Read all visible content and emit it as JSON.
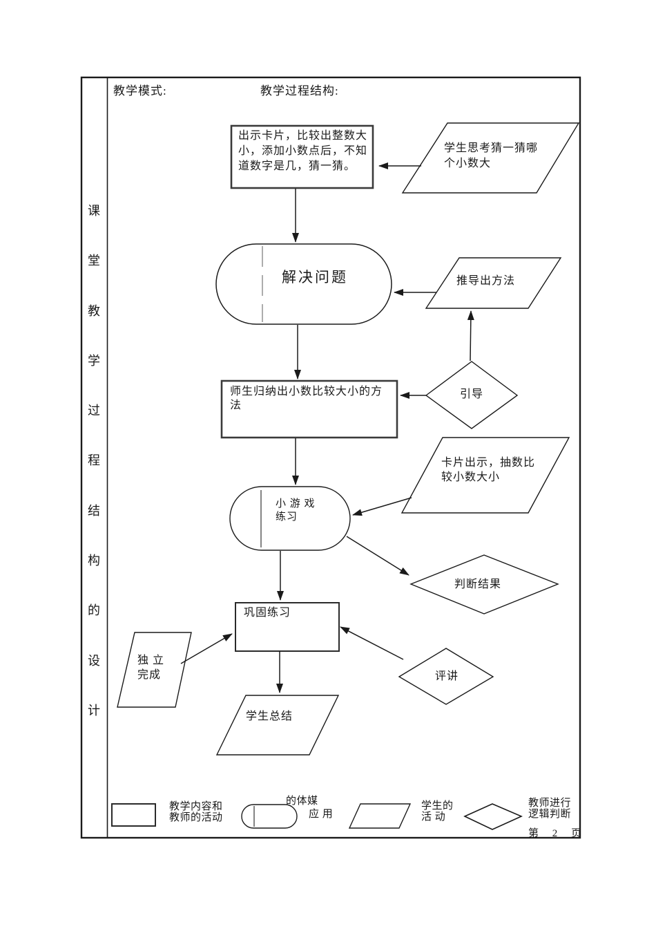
{
  "page": {
    "background": "#ffffff",
    "header": {
      "mode_label": "教学模式:",
      "structure_label": "教学过程结构:"
    },
    "sidebar": {
      "vertical_title": "课\n堂\n教\n学\n过\n程\n结\n构\n的\n设\n计"
    },
    "footer": {
      "page_number": "第 2 页"
    }
  },
  "flowchart": {
    "colors": {
      "line": "#1a1a1a",
      "process_border": "#3a3a3a",
      "divider_gray": "#8a8a8a",
      "background": "#ffffff"
    },
    "nodes": {
      "show_cards": {
        "shape": "process-rect",
        "text": "出示卡片，比较出整数大\n小，添加小数点后，不知\n道数字是几，猜一猜。"
      },
      "student_guess": {
        "shape": "parallelogram",
        "text": "学生思考猜一猜哪\n个小数大"
      },
      "solve_problem": {
        "shape": "stadium",
        "text": "解决问题"
      },
      "derive_method": {
        "shape": "parallelogram",
        "text": "推导出方法"
      },
      "guide": {
        "shape": "diamond",
        "text": "引导"
      },
      "summarize_method": {
        "shape": "process-rect",
        "text": "师生归纳出小数比较大小的方\n法"
      },
      "card_draw": {
        "shape": "parallelogram",
        "text": "卡片出示，抽数比\n较小数大小"
      },
      "mini_game": {
        "shape": "stadium",
        "text": "小 游 戏\n练习"
      },
      "judge_result": {
        "shape": "diamond",
        "text": "判断结果"
      },
      "consolidate": {
        "shape": "process-rect",
        "text": "巩固练习"
      },
      "independent": {
        "shape": "parallelogram",
        "text": "独 立\n完成"
      },
      "review": {
        "shape": "diamond",
        "text": "评讲"
      },
      "student_summary": {
        "shape": "parallelogram",
        "text": "学生总结"
      }
    },
    "legend": {
      "rect_label": "教学内容和\n教师的活动",
      "stadium_label_line1": "的体媒",
      "stadium_label_line2": "应 用",
      "parallelogram_label": "学生的\n活 动",
      "diamond_label": "教师进行\n逻辑判断"
    }
  }
}
